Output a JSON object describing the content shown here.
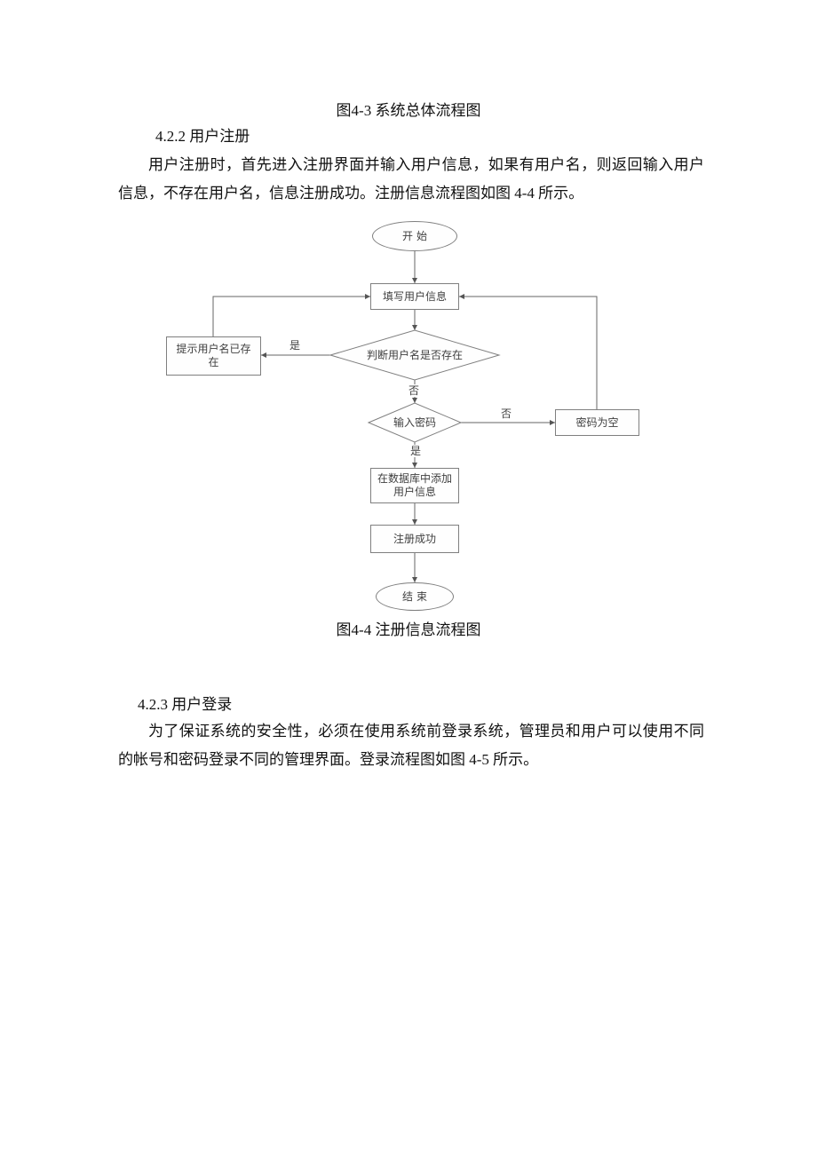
{
  "page": {
    "fig3_caption": "图4-3 系统总体流程图",
    "section_422": {
      "heading": "4.2.2 用户注册",
      "paragraph": "用户注册时，首先进入注册界面并输入用户信息，如果有用户名，则返回输入用户信息，不存在用户名，信息注册成功。注册信息流程图如图 4-4 所示。"
    },
    "fig4_caption": "图4-4 注册信息流程图",
    "section_423": {
      "heading": "4.2.3 用户登录",
      "paragraph": "为了保证系统的安全性，必须在使用系统前登录系统，管理员和用户可以使用不同的帐号和密码登录不同的管理界面。登录流程图如图 4-5 所示。"
    }
  },
  "flowchart": {
    "colors": {
      "line": "#666666",
      "border": "#7f7f7f",
      "text": "#404040"
    },
    "nodes": {
      "start": "开始",
      "fill_info": "填写用户信息",
      "check_username": "判断用户名是否存在",
      "prompt_exists": "提示用户名已存在",
      "input_password": "输入密码",
      "password_empty": "密码为空",
      "add_to_db": "在数据库中添加用户信息",
      "register_success": "注册成功",
      "end": "结束"
    },
    "labels": {
      "yes_left": "是",
      "no_down": "否",
      "no_right": "否",
      "yes_down": "是"
    }
  }
}
